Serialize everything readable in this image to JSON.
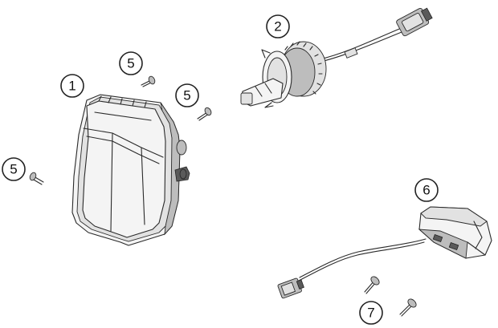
{
  "callouts": [
    {
      "id": "headlight",
      "label": "1"
    },
    {
      "id": "bulb",
      "label": "2"
    },
    {
      "id": "screw-a",
      "label": "5"
    },
    {
      "id": "screw-b",
      "label": "5"
    },
    {
      "id": "screw-c",
      "label": "5"
    },
    {
      "id": "license-lamp",
      "label": "6"
    },
    {
      "id": "lamp-screw",
      "label": "7"
    }
  ]
}
